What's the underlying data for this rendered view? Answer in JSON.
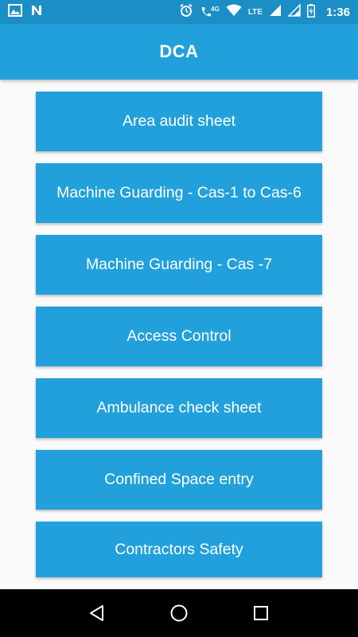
{
  "status_bar": {
    "network_label": "LTE",
    "signal_label": "4G",
    "time": "1:36",
    "icons": [
      "image-icon",
      "n-app-icon",
      "alarm-icon",
      "wifi-calling-icon",
      "wifi-icon",
      "signal-icon",
      "battery-icon"
    ]
  },
  "app_bar": {
    "title": "DCA",
    "background": "#22a0db"
  },
  "menu": {
    "items": [
      {
        "label": "Area audit sheet"
      },
      {
        "label": "Machine Guarding - Cas-1 to Cas-6"
      },
      {
        "label": "Machine Guarding - Cas -7"
      },
      {
        "label": "Access Control"
      },
      {
        "label": "Ambulance check sheet"
      },
      {
        "label": "Confined Space entry"
      },
      {
        "label": "Contractors Safety"
      }
    ]
  },
  "nav_bar": {
    "icons": [
      "back-icon",
      "home-icon",
      "recents-icon"
    ]
  },
  "colors": {
    "status_bar": "#1c8ec6",
    "accent": "#22a0db",
    "background": "#fafafa"
  }
}
